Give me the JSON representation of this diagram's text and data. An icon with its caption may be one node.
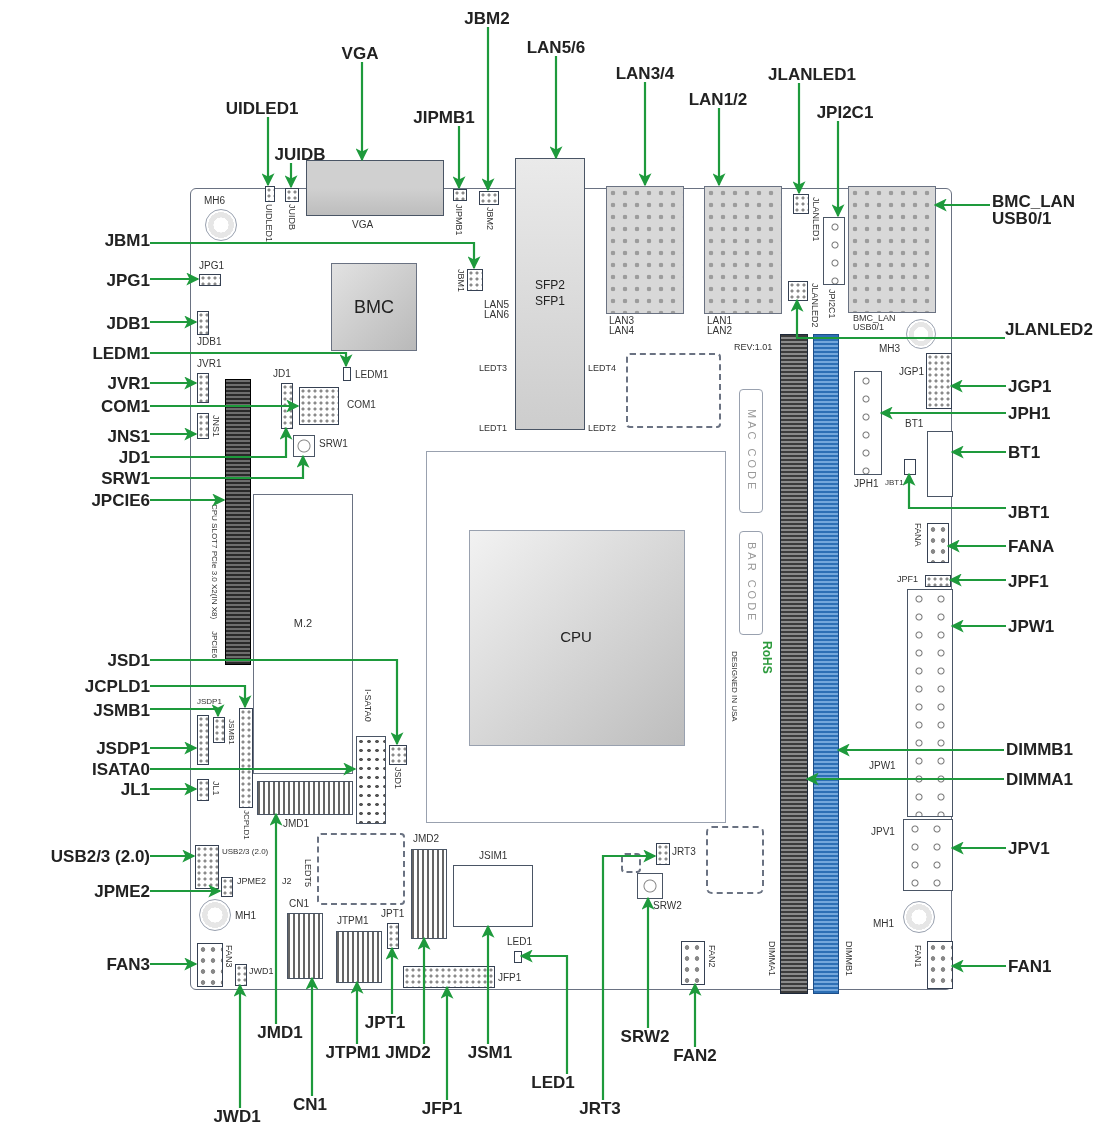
{
  "diagram": {
    "nodes": [
      {
        "text": [],
        "shape": "box"
      },
      {
        "text": [
          "BMC"
        ],
        "in": 0
      },
      {
        "text": [
          "CPU"
        ],
        "in": 0
      },
      {
        "text": [
          "M.2"
        ],
        "in": 0
      },
      {
        "text": [
          "UIDLED1"
        ]
      },
      {
        "text": [],
        "shape": "box",
        "in": 0,
        "beside": [
          "UIDLED1"
        ]
      },
      {
        "text": [
          "JUIDB"
        ]
      },
      {
        "text": [],
        "shape": "box",
        "in": 0,
        "beside": [
          "JUIDB"
        ]
      },
      {
        "text": [
          "VGA"
        ]
      },
      {
        "text": [],
        "shape": "box",
        "beside": [
          "VGA"
        ]
      },
      {
        "text": [
          "JIPMB1"
        ]
      },
      {
        "text": [],
        "shape": "box",
        "in": 0,
        "beside": [
          "JIPMB1"
        ]
      },
      {
        "text": [
          "JBM2"
        ]
      },
      {
        "text": [],
        "shape": "box",
        "in": 0,
        "beside": [
          "JBM2"
        ]
      },
      {
        "text": [
          "LAN5/6"
        ]
      },
      {
        "text": [
          "SFP2",
          "SFP1"
        ],
        "beside": [
          "LAN5 LAN6",
          "LEDT3",
          "LEDT4",
          "LEDT1",
          "LEDT2"
        ]
      },
      {
        "text": [
          "LAN3/4"
        ]
      },
      {
        "text": [],
        "shape": "box",
        "in": 0,
        "beside": [
          "LAN3 LAN4"
        ]
      },
      {
        "text": [
          "LAN1/2"
        ]
      },
      {
        "text": [],
        "shape": "box",
        "in": 0,
        "beside": [
          "LAN1 LAN2"
        ]
      },
      {
        "text": [
          "JLANLED1"
        ]
      },
      {
        "text": [],
        "shape": "box",
        "in": 0,
        "beside": [
          "JLANLED1"
        ]
      },
      {
        "text": [
          "JPI2C1"
        ]
      },
      {
        "text": [],
        "shape": "box",
        "in": 0,
        "beside": [
          "JPI2C1"
        ]
      },
      {
        "text": [
          "BMC_LAN USB0/1"
        ]
      },
      {
        "text": [],
        "shape": "box",
        "in": 0,
        "beside": [
          "BMC_LAN USB0/1"
        ]
      },
      {
        "text": [
          "JLANLED2"
        ]
      },
      {
        "text": [],
        "shape": "box",
        "in": 0,
        "beside": [
          "JLANLED2"
        ]
      },
      {
        "text": [
          "JGP1"
        ]
      },
      {
        "text": [],
        "shape": "box",
        "in": 0,
        "beside": [
          "JGP1"
        ]
      },
      {
        "text": [
          "JPH1"
        ]
      },
      {
        "text": [],
        "shape": "box",
        "in": 0,
        "beside": [
          "JPH1"
        ]
      },
      {
        "text": [
          "BT1"
        ]
      },
      {
        "text": [],
        "shape": "box",
        "in": 0,
        "beside": [
          "BT1"
        ]
      },
      {
        "text": [
          "JBT1"
        ]
      },
      {
        "text": [],
        "shape": "box",
        "in": 0,
        "beside": [
          "JBT1"
        ]
      },
      {
        "text": [
          "FANA"
        ]
      },
      {
        "text": [],
        "shape": "box",
        "in": 0,
        "beside": [
          "FANA"
        ]
      },
      {
        "text": [
          "JPF1"
        ]
      },
      {
        "text": [],
        "shape": "box",
        "in": 0,
        "beside": [
          "JPF1"
        ]
      },
      {
        "text": [
          "JPW1"
        ]
      },
      {
        "text": [],
        "shape": "box",
        "in": 0,
        "beside": [
          "JPW1"
        ]
      },
      {
        "text": [
          "DIMMB1"
        ]
      },
      {
        "text": [],
        "shape": "box",
        "in": 0,
        "beside": [
          "DIMMB1"
        ]
      },
      {
        "text": [
          "DIMMA1"
        ]
      },
      {
        "text": [],
        "shape": "box",
        "in": 0,
        "beside": [
          "DIMMA1"
        ]
      },
      {
        "text": [
          "JPV1"
        ]
      },
      {
        "text": [],
        "shape": "box",
        "in": 0,
        "beside": [
          "JPV1"
        ]
      },
      {
        "text": [
          "FAN1"
        ]
      },
      {
        "text": [],
        "shape": "box",
        "in": 0,
        "beside": [
          "FAN1"
        ]
      },
      {
        "text": [
          "JRT3"
        ]
      },
      {
        "text": [],
        "shape": "box",
        "in": 0,
        "beside": [
          "JRT3"
        ]
      },
      {
        "text": [
          "SRW2"
        ]
      },
      {
        "text": [],
        "shape": "box",
        "in": 0,
        "beside": [
          "SRW2"
        ]
      },
      {
        "text": [
          "FAN2"
        ]
      },
      {
        "text": [],
        "shape": "box",
        "in": 0,
        "beside": [
          "FAN2"
        ]
      },
      {
        "text": [
          "LED1"
        ]
      },
      {
        "text": [],
        "shape": "box",
        "in": 0,
        "beside": [
          "LED1"
        ]
      },
      {
        "text": [
          "JSM1"
        ]
      },
      {
        "text": [],
        "shape": "box",
        "in": 0,
        "beside": [
          "JSIM1"
        ]
      },
      {
        "text": [
          "JFP1"
        ]
      },
      {
        "text": [],
        "shape": "box",
        "in": 0,
        "beside": [
          "JFP1"
        ]
      },
      {
        "text": [
          "JMD2"
        ]
      },
      {
        "text": [],
        "shape": "box",
        "in": 0,
        "beside": [
          "JMD2"
        ]
      },
      {
        "text": [
          "JPT1"
        ]
      },
      {
        "text": [],
        "shape": "box",
        "in": 0,
        "beside": [
          "JPT1"
        ]
      },
      {
        "text": [
          "JTPM1"
        ]
      },
      {
        "text": [],
        "shape": "box",
        "in": 0,
        "beside": [
          "JTPM1"
        ]
      },
      {
        "text": [
          "CN1"
        ]
      },
      {
        "text": [],
        "shape": "box",
        "in": 0,
        "beside": [
          "CN1"
        ]
      },
      {
        "text": [
          "JWD1"
        ]
      },
      {
        "text": [],
        "shape": "box",
        "in": 0,
        "beside": [
          "JWD1"
        ]
      },
      {
        "text": [
          "JMD1"
        ]
      },
      {
        "text": [],
        "shape": "box",
        "in": 0,
        "beside": [
          "JMD1"
        ]
      },
      {
        "text": [
          "JBM1"
        ]
      },
      {
        "text": [],
        "shape": "box",
        "in": 0,
        "beside": [
          "JBM1"
        ]
      },
      {
        "text": [
          "JPG1"
        ]
      },
      {
        "text": [],
        "shape": "box",
        "in": 0,
        "beside": [
          "JPG1"
        ]
      },
      {
        "text": [
          "JDB1"
        ]
      },
      {
        "text": [],
        "shape": "box",
        "in": 0,
        "beside": [
          "JDB1"
        ]
      },
      {
        "text": [
          "LEDM1"
        ]
      },
      {
        "text": [],
        "shape": "box",
        "in": 0,
        "beside": [
          "LEDM1"
        ]
      },
      {
        "text": [
          "JVR1"
        ]
      },
      {
        "text": [],
        "shape": "box",
        "in": 0,
        "beside": [
          "JVR1"
        ]
      },
      {
        "text": [
          "COM1"
        ]
      },
      {
        "text": [],
        "shape": "box",
        "in": 0,
        "beside": [
          "COM1"
        ]
      },
      {
        "text": [
          "JNS1"
        ]
      },
      {
        "text": [],
        "shape": "box",
        "in": 0,
        "beside": [
          "JNS1"
        ]
      },
      {
        "text": [
          "JD1"
        ]
      },
      {
        "text": [],
        "shape": "box",
        "in": 0,
        "beside": [
          "JD1"
        ]
      },
      {
        "text": [
          "SRW1"
        ]
      },
      {
        "text": [],
        "shape": "box",
        "in": 0,
        "beside": [
          "SRW1"
        ]
      },
      {
        "text": [
          "JPCIE6"
        ]
      },
      {
        "text": [],
        "shape": "box",
        "in": 0,
        "beside": [
          "CPU SLOT7 PCIe 3.0 X2(IN X8)",
          "JPCIE6"
        ]
      },
      {
        "text": [
          "JSD1"
        ]
      },
      {
        "text": [],
        "shape": "box",
        "in": 0,
        "beside": [
          "JSD1"
        ]
      },
      {
        "text": [
          "JCPLD1"
        ]
      },
      {
        "text": [],
        "shape": "box",
        "in": 0,
        "beside": [
          "JCPLD1"
        ]
      },
      {
        "text": [
          "JSMB1"
        ]
      },
      {
        "text": [],
        "shape": "box",
        "in": 0,
        "beside": [
          "JSMB1"
        ]
      },
      {
        "text": [
          "JSDP1"
        ]
      },
      {
        "text": [],
        "shape": "box",
        "in": 0,
        "beside": [
          "JSDP1"
        ]
      },
      {
        "text": [
          "ISATA0"
        ]
      },
      {
        "text": [],
        "shape": "box",
        "in": 0,
        "beside": [
          "I-SATA0"
        ]
      },
      {
        "text": [
          "JL1"
        ]
      },
      {
        "text": [],
        "shape": "box",
        "in": 0,
        "beside": [
          "JL1"
        ]
      },
      {
        "text": [
          "USB2/3 (2.0)"
        ]
      },
      {
        "text": [],
        "shape": "box",
        "in": 0,
        "beside": [
          "USB2/3 (2.0)"
        ]
      },
      {
        "text": [
          "JPME2"
        ]
      },
      {
        "text": [],
        "shape": "box",
        "in": 0,
        "beside": [
          "JPME2"
        ]
      },
      {
        "text": [
          "FAN3"
        ]
      },
      {
        "text": [],
        "shape": "box",
        "in": 0,
        "beside": [
          "FAN3"
        ]
      },
      {
        "text": [],
        "shape": "box",
        "in": 0
      },
      {
        "text": [],
        "shape": "box",
        "in": 0
      },
      {
        "text": [],
        "shape": "box",
        "in": 0
      },
      {
        "text": [],
        "shape": "box",
        "in": 0
      }
    ],
    "edges": [
      {
        "from": 4,
        "to": 5,
        "arrow": "to"
      },
      {
        "from": 6,
        "to": 7,
        "arrow": "to"
      },
      {
        "from": 8,
        "to": 9,
        "arrow": "to"
      },
      {
        "from": 10,
        "to": 11,
        "arrow": "to"
      },
      {
        "from": 12,
        "to": 13,
        "arrow": "to"
      },
      {
        "from": 14,
        "to": 15,
        "arrow": "to"
      },
      {
        "from": 16,
        "to": 17,
        "arrow": "to"
      },
      {
        "from": 18,
        "to": 19,
        "arrow": "to"
      },
      {
        "from": 20,
        "to": 21,
        "arrow": "to"
      },
      {
        "from": 22,
        "to": 23,
        "arrow": "to"
      },
      {
        "from": 24,
        "to": 25,
        "arrow": "to"
      },
      {
        "from": 26,
        "to": 27,
        "arrow": "to"
      },
      {
        "from": 28,
        "to": 29,
        "arrow": "to"
      },
      {
        "from": 30,
        "to": 31,
        "arrow": "to"
      },
      {
        "from": 32,
        "to": 33,
        "arrow": "to"
      },
      {
        "from": 34,
        "to": 35,
        "arrow": "to"
      },
      {
        "from": 36,
        "to": 37,
        "arrow": "to"
      },
      {
        "from": 38,
        "to": 39,
        "arrow": "to"
      },
      {
        "from": 40,
        "to": 41,
        "arrow": "to"
      },
      {
        "from": 42,
        "to": 43,
        "arrow": "to"
      },
      {
        "from": 44,
        "to": 45,
        "arrow": "to"
      },
      {
        "from": 46,
        "to": 47,
        "arrow": "to"
      },
      {
        "from": 48,
        "to": 49,
        "arrow": "to"
      },
      {
        "from": 50,
        "to": 51,
        "arrow": "to"
      },
      {
        "from": 52,
        "to": 53,
        "arrow": "to"
      },
      {
        "from": 54,
        "to": 55,
        "arrow": "to"
      },
      {
        "from": 56,
        "to": 57,
        "arrow": "to"
      },
      {
        "from": 58,
        "to": 59,
        "arrow": "to"
      },
      {
        "from": 60,
        "to": 61,
        "arrow": "to"
      },
      {
        "from": 62,
        "to": 63,
        "arrow": "to"
      },
      {
        "from": 64,
        "to": 65,
        "arrow": "to"
      },
      {
        "from": 66,
        "to": 67,
        "arrow": "to"
      },
      {
        "from": 68,
        "to": 69,
        "arrow": "to"
      },
      {
        "from": 70,
        "to": 71,
        "arrow": "to"
      },
      {
        "from": 72,
        "to": 73,
        "arrow": "to"
      },
      {
        "from": 74,
        "to": 75,
        "arrow": "to"
      },
      {
        "from": 76,
        "to": 77,
        "arrow": "to"
      },
      {
        "from": 78,
        "to": 79,
        "arrow": "to"
      },
      {
        "from": 80,
        "to": 81,
        "arrow": "to"
      },
      {
        "from": 82,
        "to": 83,
        "arrow": "to"
      },
      {
        "from": 84,
        "to": 85,
        "arrow": "to"
      },
      {
        "from": 86,
        "to": 87,
        "arrow": "to"
      },
      {
        "from": 88,
        "to": 89,
        "arrow": "to"
      },
      {
        "from": 90,
        "to": 91,
        "arrow": "to"
      },
      {
        "from": 92,
        "to": 93,
        "arrow": "to"
      },
      {
        "from": 94,
        "to": 95,
        "arrow": "to"
      },
      {
        "from": 96,
        "to": 97,
        "arrow": "to"
      },
      {
        "from": 98,
        "to": 99,
        "arrow": "to"
      },
      {
        "from": 100,
        "to": 101,
        "arrow": "to"
      },
      {
        "from": 102,
        "to": 103,
        "arrow": "to"
      },
      {
        "from": 104,
        "to": 105,
        "arrow": "to"
      },
      {
        "from": 106,
        "to": 107,
        "arrow": "to"
      },
      {
        "from": 108,
        "to": 109,
        "arrow": "to"
      },
      {
        "from": 110,
        "to": 111,
        "arrow": "to"
      }
    ],
    "labels": [
      "MH6",
      "REV:1.01",
      "MH3",
      "MAC CODE",
      "BAR CODE",
      "RoHS",
      "DESIGNED IN USA",
      "LEDT5",
      "J2",
      "MH1",
      "MH1"
    ]
  }
}
